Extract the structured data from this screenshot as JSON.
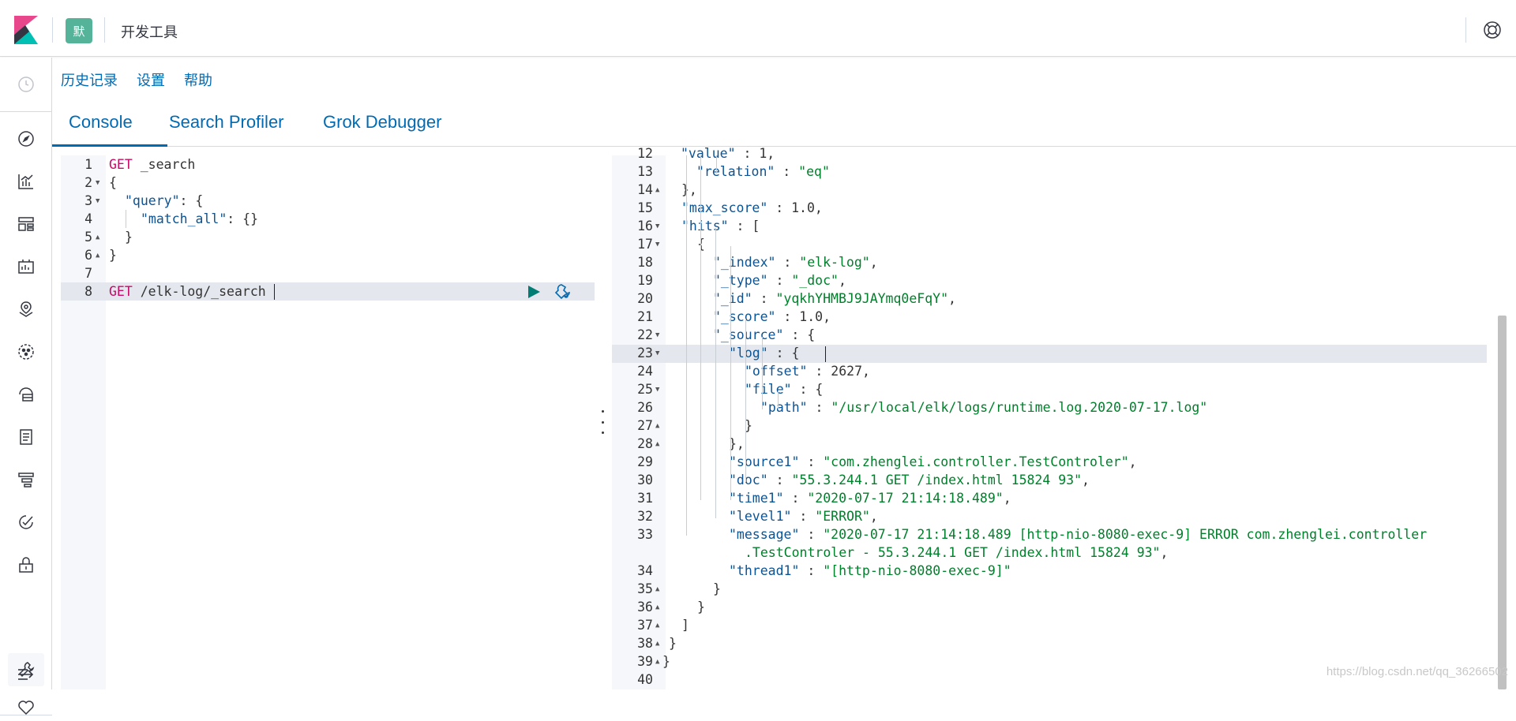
{
  "header": {
    "space_badge": "默",
    "app_title": "开发工具",
    "logo_icon": "kibana-logo-icon",
    "help_icon": "help-lifebuoy-icon"
  },
  "nav": {
    "icons": [
      "recent-clock-icon",
      "discover-compass-icon",
      "visualize-chart-icon",
      "dashboard-icon",
      "canvas-icon",
      "maps-icon",
      "ml-icon",
      "infrastructure-icon",
      "logs-icon",
      "apm-icon",
      "uptime-icon",
      "siem-icon",
      "dev-tools-wrench-icon",
      "monitoring-heart-icon",
      "collapse-menu-icon"
    ]
  },
  "app_links": {
    "history": "历史记录",
    "settings": "设置",
    "help": "帮助"
  },
  "tabs": [
    {
      "label": "Console",
      "active": true
    },
    {
      "label": "Search Profiler",
      "active": false
    },
    {
      "label": "Grok Debugger",
      "active": false
    }
  ],
  "request_editor": {
    "lines": [
      {
        "n": "1",
        "fold": ""
      },
      {
        "n": "2",
        "fold": "▼"
      },
      {
        "n": "3",
        "fold": "▼"
      },
      {
        "n": "4",
        "fold": ""
      },
      {
        "n": "5",
        "fold": "▲"
      },
      {
        "n": "6",
        "fold": "▲"
      },
      {
        "n": "7",
        "fold": ""
      },
      {
        "n": "8",
        "fold": ""
      }
    ],
    "tokens": {
      "l1_method": "GET",
      "l1_path": " _search",
      "l2": "{",
      "l3_key": "\"query\"",
      "l3_rest": ": {",
      "l4_key": "\"match_all\"",
      "l4_rest": ": {}",
      "l5": "}",
      "l6": "}",
      "l8_method": "GET",
      "l8_path": " /elk-log/_search"
    }
  },
  "response_editor": {
    "lines": [
      {
        "n": "12",
        "fold": ""
      },
      {
        "n": "13",
        "fold": ""
      },
      {
        "n": "14",
        "fold": "▲"
      },
      {
        "n": "15",
        "fold": ""
      },
      {
        "n": "16",
        "fold": "▼"
      },
      {
        "n": "17",
        "fold": "▼"
      },
      {
        "n": "18",
        "fold": ""
      },
      {
        "n": "19",
        "fold": ""
      },
      {
        "n": "20",
        "fold": ""
      },
      {
        "n": "21",
        "fold": ""
      },
      {
        "n": "22",
        "fold": "▼"
      },
      {
        "n": "23",
        "fold": "▼"
      },
      {
        "n": "24",
        "fold": ""
      },
      {
        "n": "25",
        "fold": "▼"
      },
      {
        "n": "26",
        "fold": ""
      },
      {
        "n": "27",
        "fold": "▲"
      },
      {
        "n": "28",
        "fold": "▲"
      },
      {
        "n": "29",
        "fold": ""
      },
      {
        "n": "30",
        "fold": ""
      },
      {
        "n": "31",
        "fold": ""
      },
      {
        "n": "32",
        "fold": ""
      },
      {
        "n": "33",
        "fold": ""
      },
      {
        "n": "",
        "fold": ""
      },
      {
        "n": "34",
        "fold": ""
      },
      {
        "n": "35",
        "fold": "▲"
      },
      {
        "n": "36",
        "fold": "▲"
      },
      {
        "n": "37",
        "fold": "▲"
      },
      {
        "n": "38",
        "fold": "▲"
      },
      {
        "n": "39",
        "fold": "▲"
      },
      {
        "n": "40",
        "fold": ""
      }
    ],
    "tokens": {
      "r12_key": "\"value\"",
      "r12_rest": " : 1,",
      "r13_key": "\"relation\"",
      "r13_mid": " : ",
      "r13_val": "\"eq\"",
      "r14": "},",
      "r15_key": "\"max_score\"",
      "r15_rest": " : 1.0,",
      "r16_key": "\"hits\"",
      "r16_rest": " : [",
      "r17": "{",
      "r18_key": "\"_index\"",
      "r18_mid": " : ",
      "r18_val": "\"elk-log\"",
      "r18_end": ",",
      "r19_key": "\"_type\"",
      "r19_mid": " : ",
      "r19_val": "\"_doc\"",
      "r19_end": ",",
      "r20_key": "\"_id\"",
      "r20_mid": " : ",
      "r20_val": "\"yqkhYHMBJ9JAYmq0eFqY\"",
      "r20_end": ",",
      "r21_key": "\"_score\"",
      "r21_rest": " : 1.0,",
      "r22_key": "\"_source\"",
      "r22_rest": " : {",
      "r23_key": "\"log\"",
      "r23_rest": " : {",
      "r24_key": "\"offset\"",
      "r24_rest": " : 2627,",
      "r25_key": "\"file\"",
      "r25_rest": " : {",
      "r26_key": "\"path\"",
      "r26_mid": " : ",
      "r26_val": "\"/usr/local/elk/logs/runtime.log.2020-07-17.log\"",
      "r27": "}",
      "r28": "},",
      "r29_key": "\"source1\"",
      "r29_mid": " : ",
      "r29_val": "\"com.zhenglei.controller.TestControler\"",
      "r29_end": ",",
      "r30_key": "\"doc\"",
      "r30_mid": " : ",
      "r30_val": "\"55.3.244.1 GET /index.html 15824 93\"",
      "r30_end": ",",
      "r31_key": "\"time1\"",
      "r31_mid": " : ",
      "r31_val": "\"2020-07-17 21:14:18.489\"",
      "r31_end": ",",
      "r32_key": "\"level1\"",
      "r32_mid": " : ",
      "r32_val": "\"ERROR\"",
      "r32_end": ",",
      "r33_key": "\"message\"",
      "r33_mid": " : ",
      "r33_val": "\"2020-07-17 21:14:18.489 [http-nio-8080-exec-9] ERROR com.zhenglei.controller",
      "r33b_val": ".TestControler - 55.3.244.1 GET /index.html 15824 93\"",
      "r33b_end": ",",
      "r34_key": "\"thread1\"",
      "r34_mid": " : ",
      "r34_val": "\"[http-nio-8080-exec-9]\"",
      "r35": "}",
      "r36": "}",
      "r37": "]",
      "r38": "}",
      "r39": "}"
    }
  },
  "watermark": "https://blog.csdn.net/qq_36266502",
  "colors": {
    "accent": "#006bb4",
    "method": "#c80a68",
    "string": "#00802b",
    "key": "#0b5394"
  }
}
